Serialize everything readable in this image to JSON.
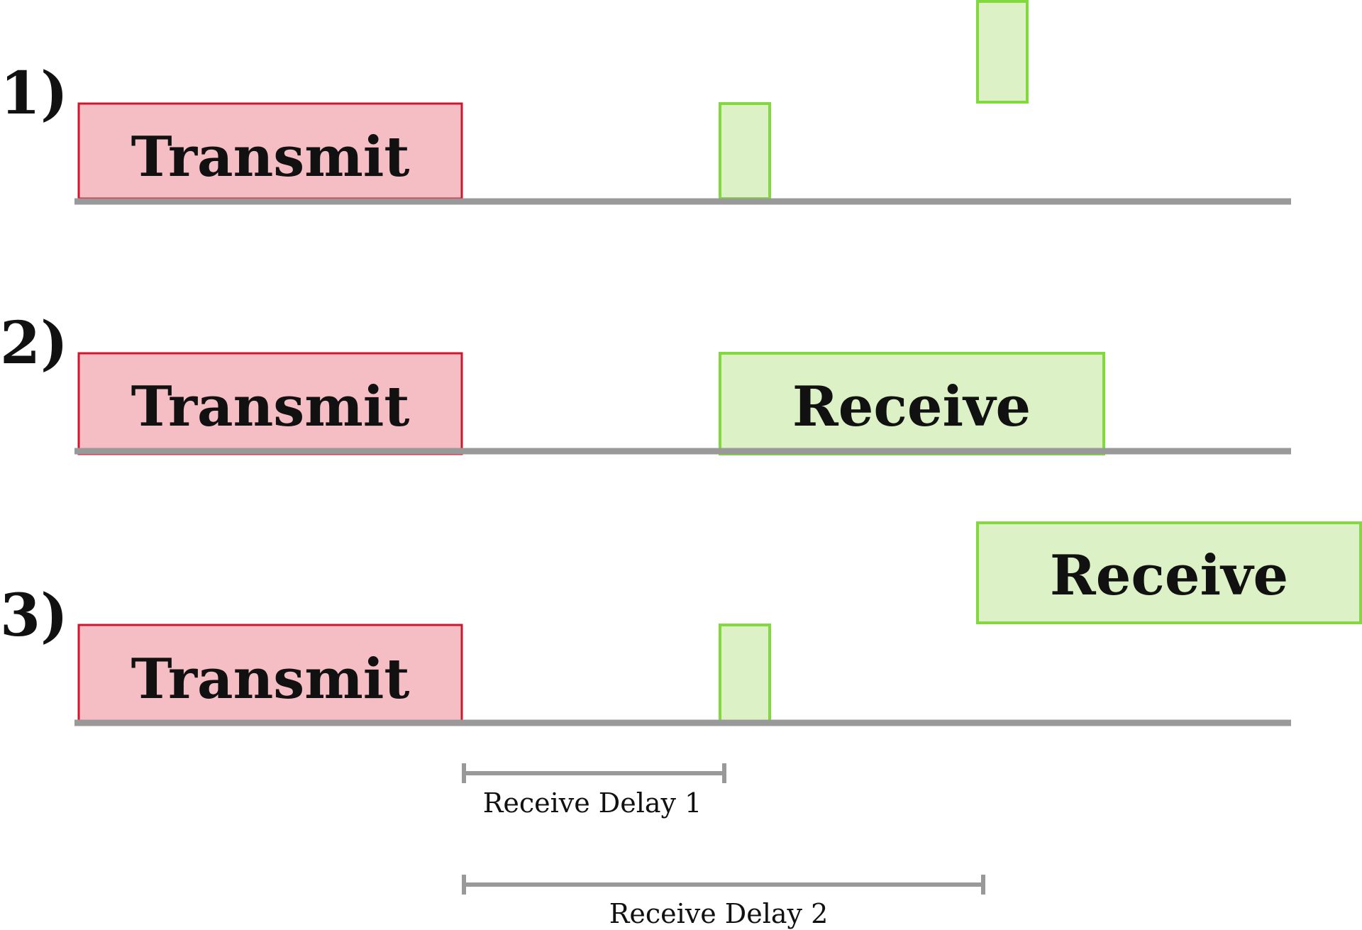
{
  "colors": {
    "transmit_fill": "#f4bec4",
    "transmit_stroke": "#d0162e",
    "receive_fill": "#dcf2c6",
    "receive_stroke": "#82d93e",
    "baseline": "#999999"
  },
  "rows": [
    {
      "label": "1)",
      "transmit_label": "Transmit",
      "receive_label": ""
    },
    {
      "label": "2)",
      "transmit_label": "Transmit",
      "receive_label": "Receive"
    },
    {
      "label": "3)",
      "transmit_label": "Transmit",
      "receive_label": "Receive"
    }
  ],
  "delays": [
    {
      "label": "Receive Delay 1"
    },
    {
      "label": "Receive Delay 2"
    }
  ]
}
